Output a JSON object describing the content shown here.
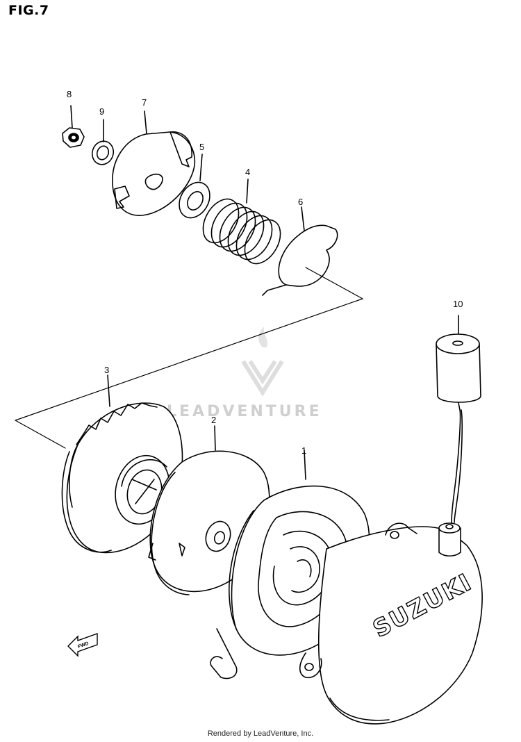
{
  "figure": {
    "title": "FIG.7",
    "credit": "Rendered by LeadVenture, Inc.",
    "watermark": "LEADVENTURE",
    "brand_marking": "SUZUKI",
    "front_marker": "FWD"
  },
  "callouts": [
    {
      "id": "8",
      "label": "8"
    },
    {
      "id": "9",
      "label": "9"
    },
    {
      "id": "7",
      "label": "7"
    },
    {
      "id": "5",
      "label": "5"
    },
    {
      "id": "4",
      "label": "4"
    },
    {
      "id": "6",
      "label": "6"
    },
    {
      "id": "10",
      "label": "10"
    },
    {
      "id": "3",
      "label": "3"
    },
    {
      "id": "2",
      "label": "2"
    },
    {
      "id": "1",
      "label": "1"
    }
  ],
  "colors": {
    "ink": "#000000",
    "watermark": "#cfcfcf",
    "background": "#ffffff"
  }
}
